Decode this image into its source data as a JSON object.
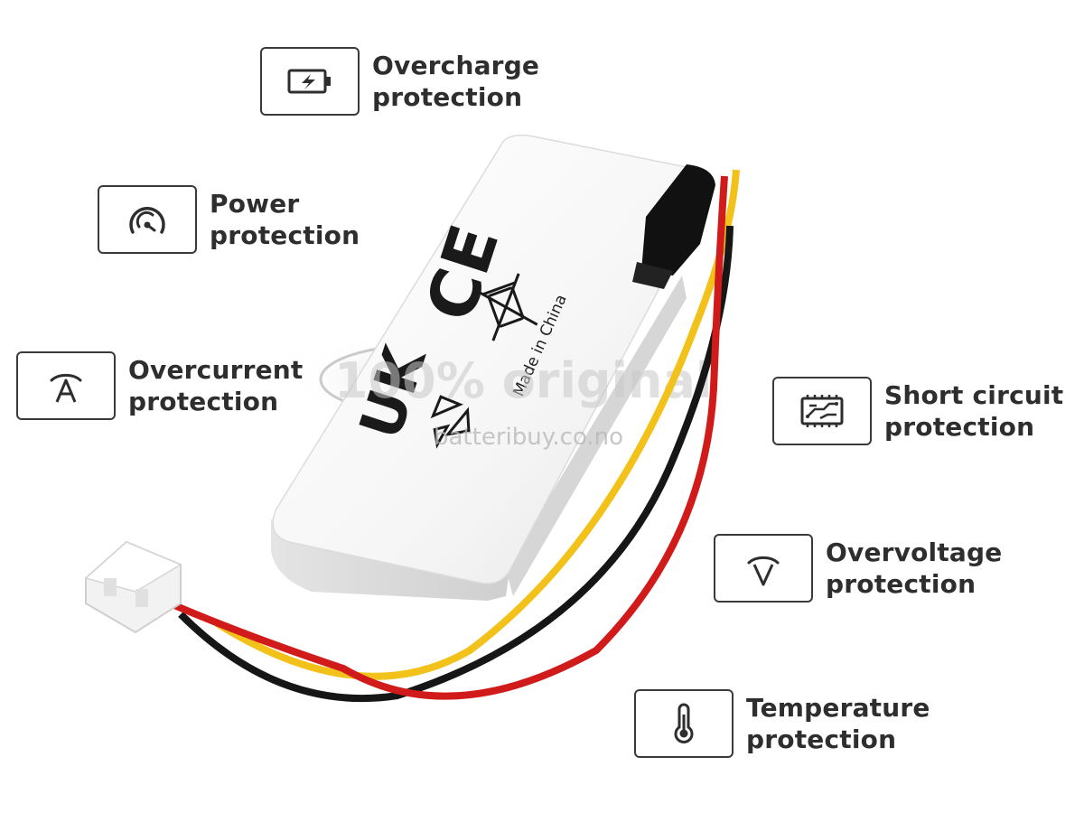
{
  "features": [
    {
      "id": "overcharge",
      "line1": "Overcharge",
      "line2": "protection",
      "icon": "battery-charge-icon"
    },
    {
      "id": "power",
      "line1": "Power",
      "line2": "protection",
      "icon": "gauge-icon"
    },
    {
      "id": "overcurrent",
      "line1": "Overcurrent",
      "line2": "protection",
      "icon": "ampere-icon"
    },
    {
      "id": "short-circuit",
      "line1": "Short circuit",
      "line2": "protection",
      "icon": "circuit-board-icon"
    },
    {
      "id": "overvoltage",
      "line1": "Overvoltage",
      "line2": "protection",
      "icon": "voltage-icon"
    },
    {
      "id": "temperature",
      "line1": "Temperature",
      "line2": "protection",
      "icon": "thermometer-icon"
    }
  ],
  "product": {
    "made_in": "Made in China",
    "ce_mark": "CE",
    "ukca_mark": "UK",
    "watermark_1": "100% original",
    "watermark_2": "batteribuy.co.no",
    "colors": {
      "wire_red": "#d11a1a",
      "wire_yellow": "#f2c21a",
      "wire_black": "#161616",
      "cell_white": "#f4f4f4"
    }
  }
}
